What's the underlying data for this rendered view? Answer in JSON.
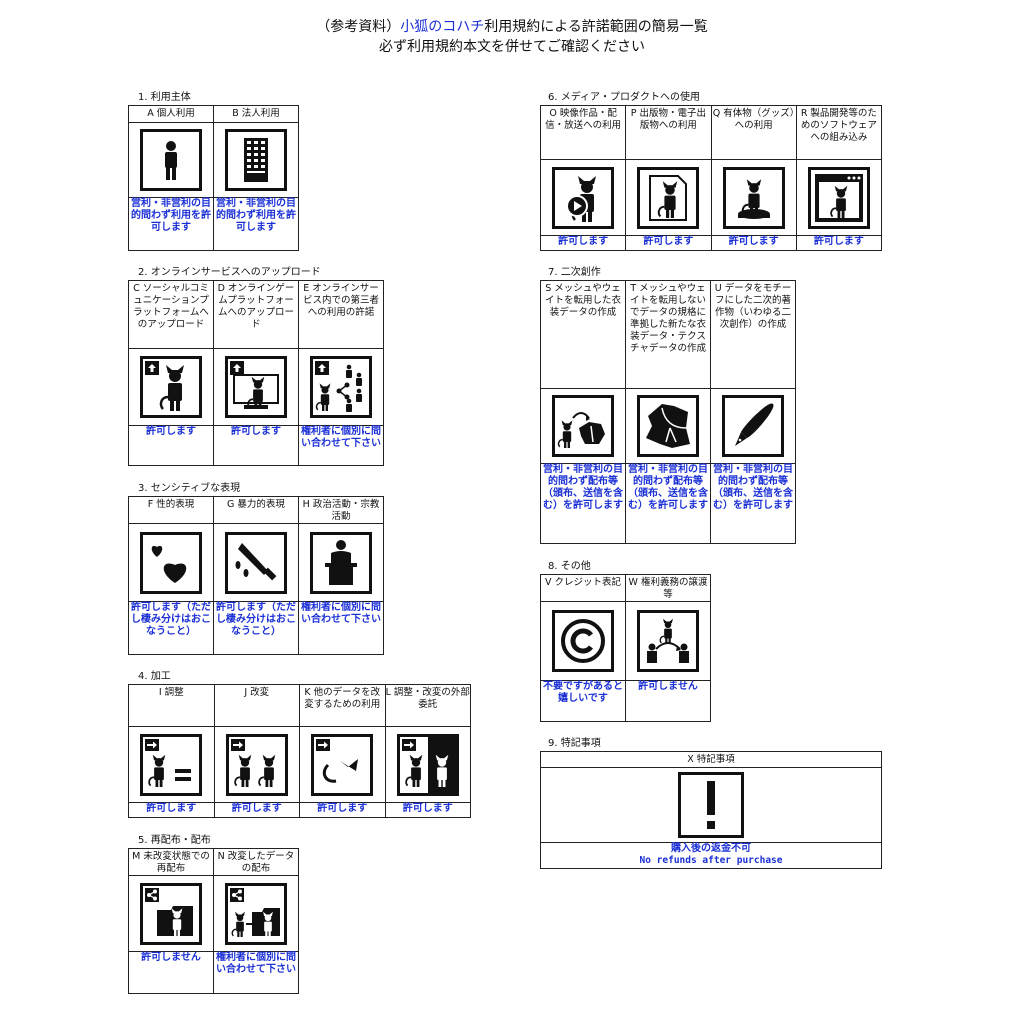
{
  "header": {
    "title_prefix": "（参考資料）",
    "title_accent": "小狐のコハチ",
    "title_suffix": "利用規約による許諾範囲の簡易一覧",
    "subtitle": "必ず利用規約本文を併せてご確認ください",
    "accent_color": "#1a2fd6"
  },
  "sections": [
    {
      "label": "1. 利用主体",
      "items": [
        {
          "header": "A 個人利用",
          "icon": "person-icon",
          "result": "営利・非営利の目的問わず利用を許可します"
        },
        {
          "header": "B 法人利用",
          "icon": "building-icon",
          "result": "営利・非営利の目的問わず利用を許可します"
        }
      ]
    },
    {
      "label": "2. オンラインサービスへのアップロード",
      "items": [
        {
          "header": "C ソーシャルコミュニケーションプラットフォームへのアップロード",
          "icon": "upload-avatar-icon",
          "result": "許可します"
        },
        {
          "header": "D オンラインゲームプラットフォームへのアップロード",
          "icon": "upload-monitor-icon",
          "result": "許可します"
        },
        {
          "header": "E オンラインサービス内での第三者への利用の許諾",
          "icon": "upload-share-icon",
          "result": "権利者に個別に問い合わせて下さい"
        }
      ]
    },
    {
      "label": "3. センシティブな表現",
      "items": [
        {
          "header": "F 性的表現",
          "icon": "hearts-icon",
          "result": "許可します（ただし棲み分けはおこなうこと）"
        },
        {
          "header": "G 暴力的表現",
          "icon": "knife-icon",
          "result": "許可します（ただし棲み分けはおこなうこと）"
        },
        {
          "header": "H 政治活動・宗教活動",
          "icon": "podium-icon",
          "result": "権利者に個別に問い合わせて下さい"
        }
      ]
    },
    {
      "label": "4. 加工",
      "items": [
        {
          "header": "I 調整",
          "icon": "adjust-icon",
          "result": "許可します"
        },
        {
          "header": "J 改変",
          "icon": "modify-icon",
          "result": "許可します"
        },
        {
          "header": "K 他のデータを改変するための利用",
          "icon": "parts-icon",
          "result": "許可します"
        },
        {
          "header": "L 調整・改変の外部委託",
          "icon": "outsource-icon",
          "result": "許可します"
        }
      ]
    },
    {
      "label": "5. 再配布・配布",
      "items": [
        {
          "header": "M 未改変状態での再配布",
          "icon": "share-folder-icon",
          "result": "許可しません"
        },
        {
          "header": "N 改変したデータの配布",
          "icon": "share-modified-icon",
          "result": "権利者に個別に問い合わせて下さい"
        }
      ]
    },
    {
      "label": "6. メディア・プロダクトへの使用",
      "items": [
        {
          "header": "O 映像作品・配信・放送への利用",
          "icon": "video-icon",
          "result": "許可します"
        },
        {
          "header": "P 出版物・電子出版物への利用",
          "icon": "document-icon",
          "result": "許可します"
        },
        {
          "header": "Q 有体物（グッズ）への利用",
          "icon": "figure-icon",
          "result": "許可します"
        },
        {
          "header": "R 製品開発等のためのソフトウェアへの組み込み",
          "icon": "software-window-icon",
          "result": "許可します"
        }
      ]
    },
    {
      "label": "7. 二次創作",
      "items": [
        {
          "header": "S メッシュやウェイトを転用した衣装データの作成",
          "icon": "outfit-transfer-icon",
          "result": "営利・非営利の目的問わず配布等（頒布、送信を含む）を許可します"
        },
        {
          "header": "T メッシュやウェイトを転用しないでデータの規格に準拠した新たな衣装データ・テクスチャデータの作成",
          "icon": "outfit-icon",
          "result": "営利・非営利の目的問わず配布等（頒布、送信を含む）を許可します"
        },
        {
          "header": "U データをモチーフにした二次的著作物（いわゆる二次創作）の作成",
          "icon": "pen-icon",
          "result": "営利・非営利の目的問わず配布等（頒布、送信を含む）を許可します"
        }
      ]
    },
    {
      "label": "8. その他",
      "items": [
        {
          "header": "V クレジット表記",
          "icon": "copyright-icon",
          "result": "不要ですがあると嬉しいです"
        },
        {
          "header": "W 権利義務の譲渡等",
          "icon": "transfer-rights-icon",
          "result": "許可しません"
        }
      ]
    },
    {
      "label": "9. 特記事項",
      "items": [
        {
          "header": "X 特記事項",
          "icon": "exclamation-icon",
          "result": "購入後の返金不可",
          "result_en": "No refunds after purchase"
        }
      ]
    }
  ]
}
